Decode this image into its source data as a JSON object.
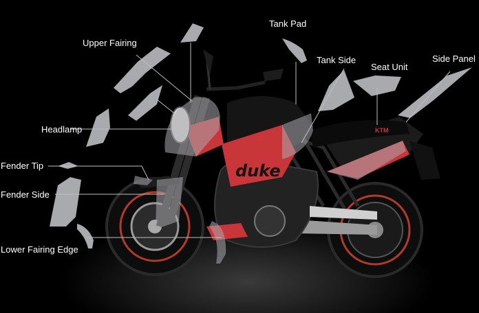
{
  "labels": {
    "upper_fairing": "Upper Fairing",
    "tank_pad": "Tank Pad",
    "tank_side": "Tank Side",
    "seat_unit": "Seat Unit",
    "side_panel": "Side Panel",
    "headlamp": "Headlamp",
    "fender_tip": "Fender Tip",
    "fender_side": "Fender Side",
    "lower_fairing_edge": "Lower Fairing Edge"
  },
  "bike_lettering": "duke",
  "brand_lettering": "KTM",
  "colors": {
    "background": "#000000",
    "film_piece": "#a9aaae",
    "leader_line": "#bfbfbf",
    "bike_orange": "#c8363a",
    "bike_black": "#151515"
  }
}
